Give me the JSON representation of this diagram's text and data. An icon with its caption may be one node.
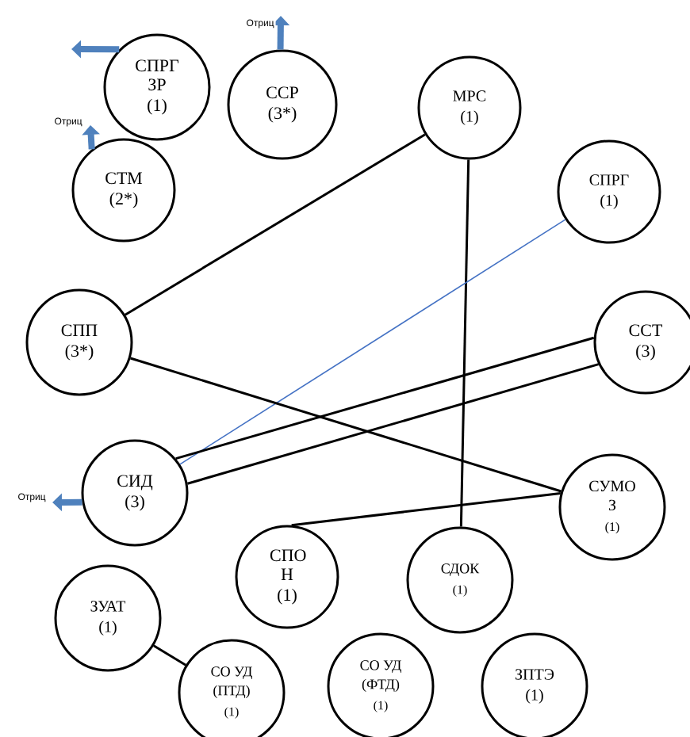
{
  "diagram": {
    "nodes": [
      {
        "text": [
          "СПРГ ЗР",
          "(1)"
        ]
      },
      {
        "text": [
          "ССР",
          "(3*)"
        ]
      },
      {
        "text": [
          "СТМ",
          "(2*)"
        ]
      },
      {
        "text": [
          "МРС",
          "(1)"
        ]
      },
      {
        "text": [
          "СПРГ",
          "(1)"
        ]
      },
      {
        "text": [
          "СПП",
          "(3*)"
        ]
      },
      {
        "text": [
          "ССТ",
          "(3)"
        ]
      },
      {
        "text": [
          "СИД",
          "(3)"
        ]
      },
      {
        "text": [
          "СУМО З",
          "(1)"
        ]
      },
      {
        "text": [
          "СПО Н",
          "(1)"
        ]
      },
      {
        "text": [
          "СДОК",
          "(1)"
        ]
      },
      {
        "text": [
          "ЗУАТ",
          "(1)"
        ]
      },
      {
        "text": [
          "СО УД (ПТД)",
          "(1)"
        ]
      },
      {
        "text": [
          "СО УД (ФТД)",
          "(1)"
        ]
      },
      {
        "text": [
          "ЗПТЭ",
          "(1)"
        ]
      }
    ],
    "edges": [
      {
        "from": 0,
        "to": null,
        "arrow": "to",
        "style": "thick",
        "color": "#4f81bd"
      },
      {
        "from": 1,
        "to": null,
        "arrow": "to",
        "label": "Отриц",
        "style": "thick",
        "color": "#4f81bd"
      },
      {
        "from": 2,
        "to": null,
        "arrow": "to",
        "label": "Отриц",
        "style": "thick",
        "color": "#4f81bd"
      },
      {
        "from": 3,
        "to": 5,
        "arrow": "none"
      },
      {
        "from": 3,
        "to": 10,
        "arrow": "none"
      },
      {
        "from": 4,
        "to": 7,
        "arrow": "none",
        "color": "#4472c4"
      },
      {
        "from": 5,
        "to": 8,
        "arrow": "none"
      },
      {
        "from": 6,
        "to": 7,
        "arrow": "none"
      },
      {
        "from": 6,
        "to": 7,
        "arrow": "none"
      },
      {
        "from": 7,
        "to": null,
        "arrow": "to",
        "label": "Отриц",
        "style": "thick",
        "color": "#4f81bd"
      },
      {
        "from": 8,
        "to": 9,
        "arrow": "none"
      },
      {
        "from": 11,
        "to": 12,
        "arrow": "none"
      }
    ]
  }
}
